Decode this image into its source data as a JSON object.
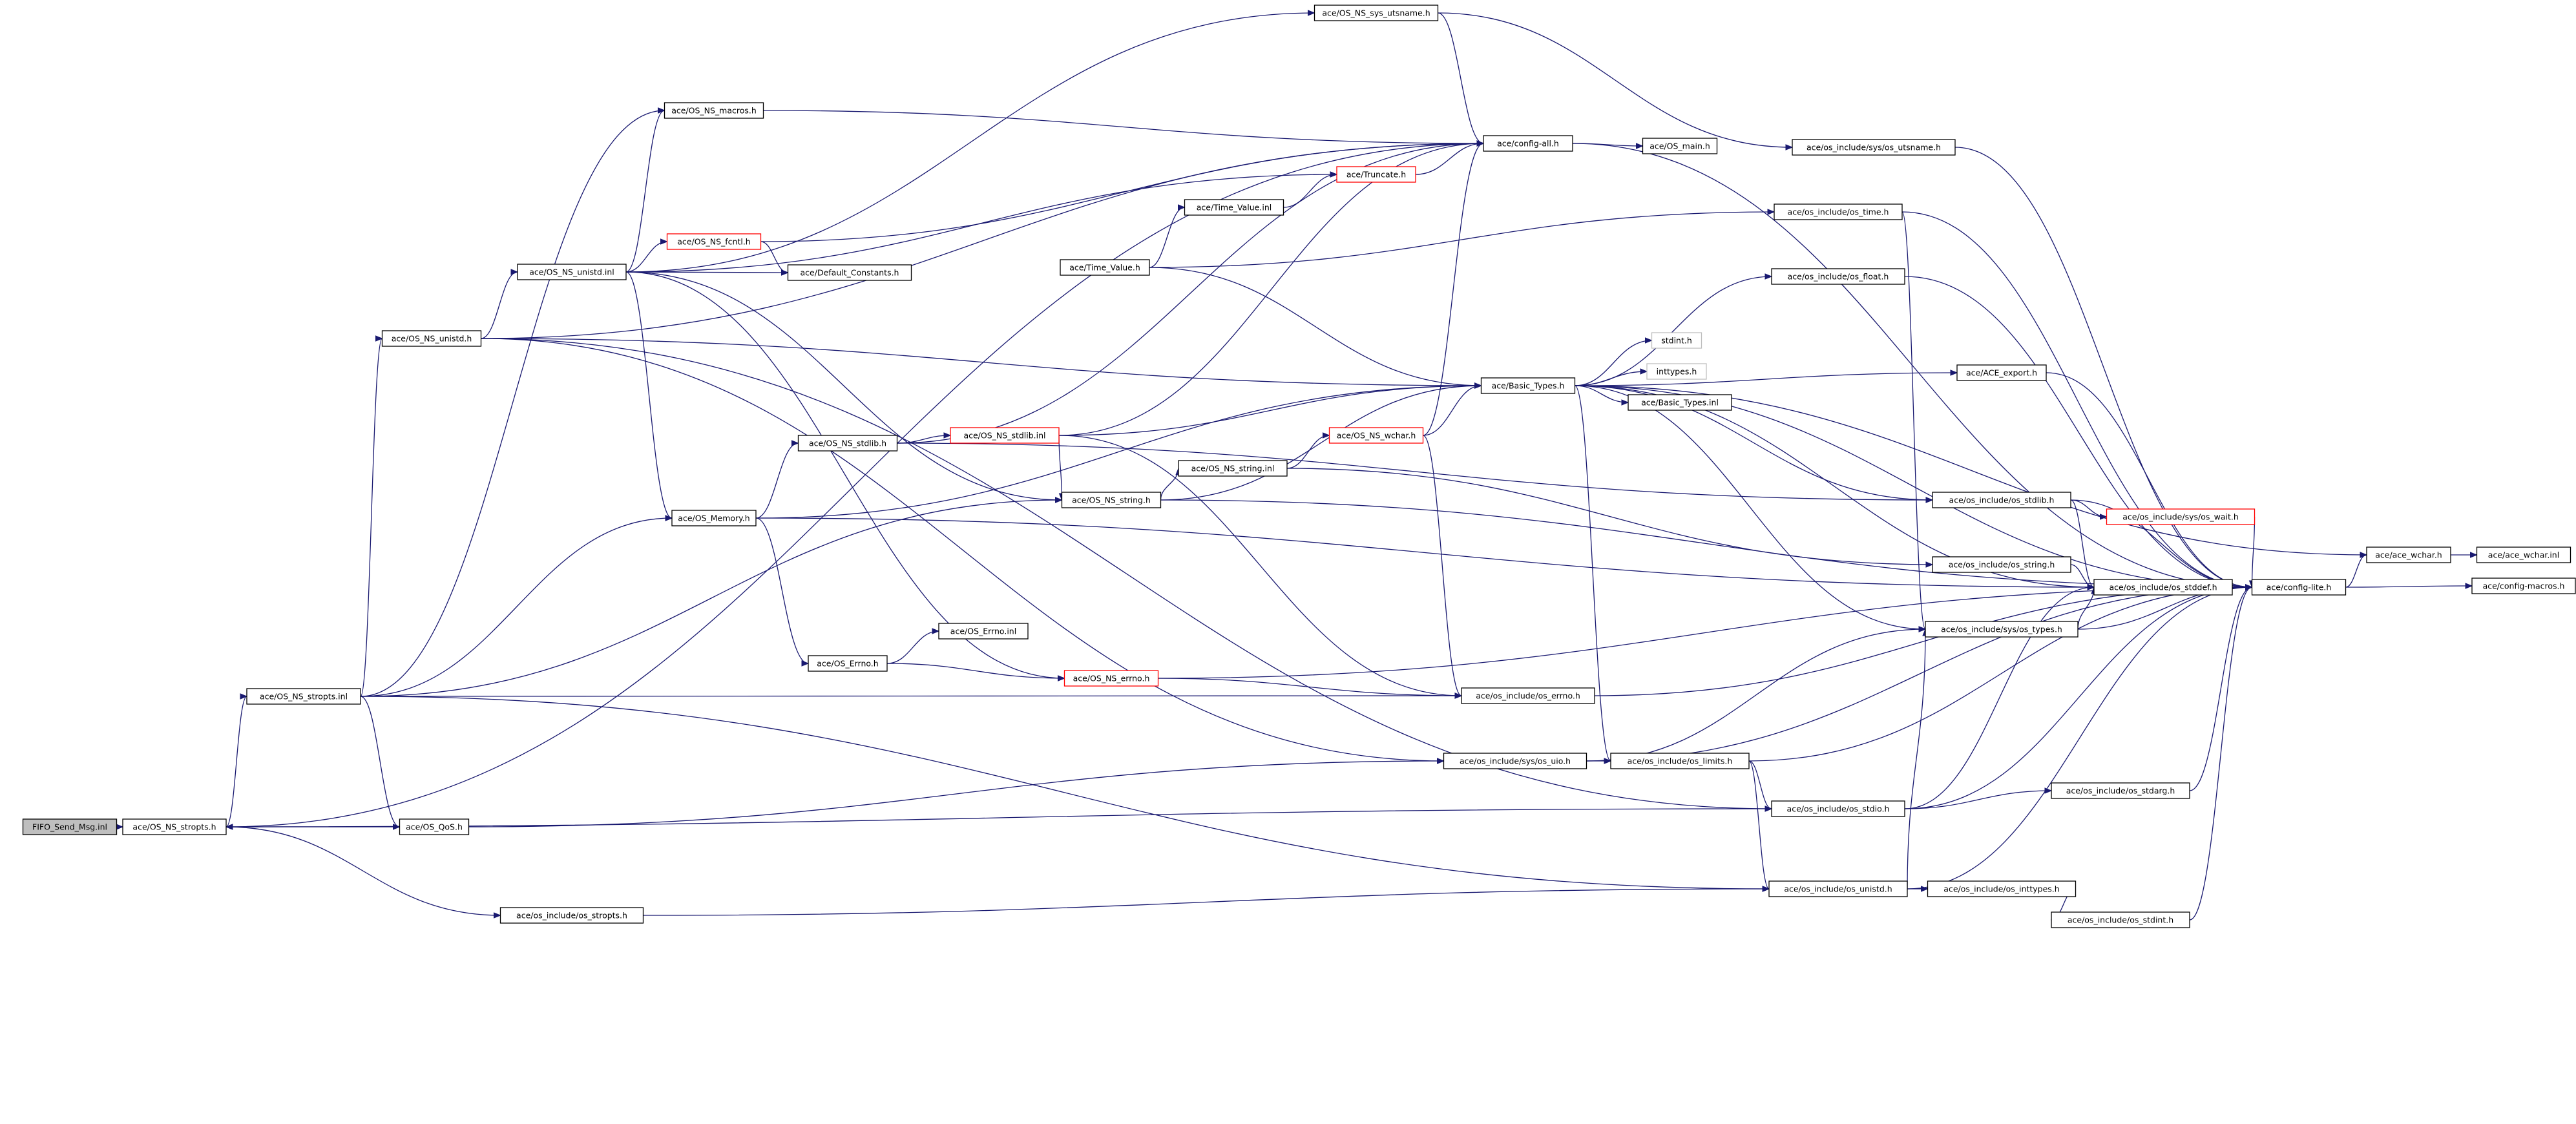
{
  "nodes": [
    {
      "id": "fifo",
      "label": "FIFO_Send_Msg.inl",
      "style": "root"
    },
    {
      "id": "stropts_h",
      "label": "ace/OS_NS_stropts.h"
    },
    {
      "id": "stropts_inl",
      "label": "ace/OS_NS_stropts.inl"
    },
    {
      "id": "unistd_h",
      "label": "ace/OS_NS_unistd.h"
    },
    {
      "id": "unistd_inl",
      "label": "ace/OS_NS_unistd.inl"
    },
    {
      "id": "macros",
      "label": "ace/OS_NS_macros.h"
    },
    {
      "id": "utsname",
      "label": "ace/OS_NS_sys_utsname.h"
    },
    {
      "id": "config_all",
      "label": "ace/config-all.h"
    },
    {
      "id": "os_main",
      "label": "ace/OS_main.h"
    },
    {
      "id": "sys_utsname",
      "label": "ace/os_include/sys/os_utsname.h"
    },
    {
      "id": "truncate",
      "label": "ace/Truncate.h",
      "style": "red"
    },
    {
      "id": "tv_inl",
      "label": "ace/Time_Value.inl"
    },
    {
      "id": "tv_h",
      "label": "ace/Time_Value.h"
    },
    {
      "id": "fcntl",
      "label": "ace/OS_NS_fcntl.h",
      "style": "red"
    },
    {
      "id": "defconst",
      "label": "ace/Default_Constants.h"
    },
    {
      "id": "os_time",
      "label": "ace/os_include/os_time.h"
    },
    {
      "id": "os_float",
      "label": "ace/os_include/os_float.h"
    },
    {
      "id": "stdint",
      "label": "stdint.h",
      "style": "gray"
    },
    {
      "id": "inttypes",
      "label": "inttypes.h",
      "style": "gray"
    },
    {
      "id": "ace_export",
      "label": "ace/ACE_export.h"
    },
    {
      "id": "basic_types",
      "label": "ace/Basic_Types.h"
    },
    {
      "id": "basic_types_inl",
      "label": "ace/Basic_Types.inl"
    },
    {
      "id": "stdlib_h",
      "label": "ace/OS_NS_stdlib.h"
    },
    {
      "id": "stdlib_inl",
      "label": "ace/OS_NS_stdlib.inl",
      "style": "red"
    },
    {
      "id": "wchar",
      "label": "ace/OS_NS_wchar.h",
      "style": "red"
    },
    {
      "id": "string_inl",
      "label": "ace/OS_NS_string.inl"
    },
    {
      "id": "string_h",
      "label": "ace/OS_NS_string.h"
    },
    {
      "id": "memory",
      "label": "ace/OS_Memory.h"
    },
    {
      "id": "os_stdlib",
      "label": "ace/os_include/os_stdlib.h"
    },
    {
      "id": "os_wait",
      "label": "ace/os_include/sys/os_wait.h",
      "style": "red"
    },
    {
      "id": "os_string",
      "label": "ace/os_include/os_string.h"
    },
    {
      "id": "os_stddef",
      "label": "ace/os_include/os_stddef.h"
    },
    {
      "id": "config_lite",
      "label": "ace/config-lite.h"
    },
    {
      "id": "ace_wchar",
      "label": "ace/ace_wchar.h"
    },
    {
      "id": "ace_wchar_inl",
      "label": "ace/ace_wchar.inl"
    },
    {
      "id": "config_macros",
      "label": "ace/config-macros.h"
    },
    {
      "id": "os_types",
      "label": "ace/os_include/sys/os_types.h"
    },
    {
      "id": "errno_inl",
      "label": "ace/OS_Errno.inl"
    },
    {
      "id": "errno_h",
      "label": "ace/OS_Errno.h"
    },
    {
      "id": "ns_errno",
      "label": "ace/OS_NS_errno.h",
      "style": "red"
    },
    {
      "id": "os_errno",
      "label": "ace/os_include/os_errno.h"
    },
    {
      "id": "os_uio",
      "label": "ace/os_include/sys/os_uio.h"
    },
    {
      "id": "os_limits",
      "label": "ace/os_include/os_limits.h"
    },
    {
      "id": "os_stdarg",
      "label": "ace/os_include/os_stdarg.h"
    },
    {
      "id": "os_stdio",
      "label": "ace/os_include/os_stdio.h"
    },
    {
      "id": "qos",
      "label": "ace/OS_QoS.h"
    },
    {
      "id": "os_unistd",
      "label": "ace/os_include/os_unistd.h"
    },
    {
      "id": "os_inttypes",
      "label": "ace/os_include/os_inttypes.h"
    },
    {
      "id": "os_stropts",
      "label": "ace/os_include/os_stropts.h"
    },
    {
      "id": "os_stdint",
      "label": "ace/os_include/os_stdint.h"
    }
  ],
  "edges": [
    [
      "fifo",
      "stropts_h"
    ],
    [
      "stropts_h",
      "stropts_inl"
    ],
    [
      "stropts_h",
      "config_all"
    ],
    [
      "stropts_h",
      "os_stropts"
    ],
    [
      "stropts_inl",
      "unistd_h"
    ],
    [
      "stropts_inl",
      "memory"
    ],
    [
      "stropts_inl",
      "string_h"
    ],
    [
      "stropts_inl",
      "qos"
    ],
    [
      "stropts_inl",
      "macros"
    ],
    [
      "stropts_inl",
      "os_errno"
    ],
    [
      "stropts_inl",
      "os_unistd"
    ],
    [
      "unistd_h",
      "unistd_inl"
    ],
    [
      "unistd_h",
      "config_all"
    ],
    [
      "unistd_h",
      "basic_types"
    ],
    [
      "unistd_h",
      "os_stdio"
    ],
    [
      "unistd_h",
      "os_uio"
    ],
    [
      "unistd_inl",
      "macros"
    ],
    [
      "unistd_inl",
      "fcntl"
    ],
    [
      "unistd_inl",
      "defconst"
    ],
    [
      "unistd_inl",
      "truncate"
    ],
    [
      "unistd_inl",
      "utsname"
    ],
    [
      "unistd_inl",
      "memory"
    ],
    [
      "unistd_inl",
      "string_h"
    ],
    [
      "unistd_inl",
      "ns_errno"
    ],
    [
      "macros",
      "config_all"
    ],
    [
      "utsname",
      "config_all"
    ],
    [
      "utsname",
      "sys_utsname"
    ],
    [
      "config_all",
      "os_main"
    ],
    [
      "config_all",
      "config_lite"
    ],
    [
      "sys_utsname",
      "config_lite"
    ],
    [
      "truncate",
      "config_all"
    ],
    [
      "fcntl",
      "config_all"
    ],
    [
      "fcntl",
      "defconst"
    ],
    [
      "tv_h",
      "tv_inl"
    ],
    [
      "tv_inl",
      "truncate"
    ],
    [
      "tv_h",
      "basic_types"
    ],
    [
      "tv_h",
      "os_time"
    ],
    [
      "os_time",
      "config_lite"
    ],
    [
      "os_time",
      "os_types"
    ],
    [
      "os_float",
      "config_lite"
    ],
    [
      "ace_export",
      "config_lite"
    ],
    [
      "basic_types",
      "config_lite"
    ],
    [
      "basic_types",
      "stdint"
    ],
    [
      "basic_types",
      "inttypes"
    ],
    [
      "basic_types",
      "basic_types_inl"
    ],
    [
      "basic_types",
      "os_float"
    ],
    [
      "basic_types",
      "ace_export"
    ],
    [
      "basic_types",
      "os_limits"
    ],
    [
      "basic_types",
      "os_stdlib"
    ],
    [
      "basic_types",
      "os_stddef"
    ],
    [
      "basic_types",
      "os_types"
    ],
    [
      "basic_types",
      "ace_wchar"
    ],
    [
      "memory",
      "stdlib_h"
    ],
    [
      "memory",
      "errno_h"
    ],
    [
      "memory",
      "os_stddef"
    ],
    [
      "memory",
      "basic_types"
    ],
    [
      "stdlib_h",
      "stdlib_inl"
    ],
    [
      "stdlib_h",
      "os_stdlib"
    ],
    [
      "stdlib_h",
      "config_all"
    ],
    [
      "stdlib_inl",
      "config_all"
    ],
    [
      "stdlib_inl",
      "string_h"
    ],
    [
      "stdlib_inl",
      "basic_types"
    ],
    [
      "stdlib_inl",
      "os_errno"
    ],
    [
      "string_h",
      "string_inl"
    ],
    [
      "string_h",
      "config_lite"
    ],
    [
      "string_h",
      "basic_types"
    ],
    [
      "string_inl",
      "wchar"
    ],
    [
      "string_inl",
      "os_string"
    ],
    [
      "wchar",
      "config_all"
    ],
    [
      "wchar",
      "basic_types"
    ],
    [
      "wchar",
      "os_errno"
    ],
    [
      "errno_h",
      "errno_inl"
    ],
    [
      "errno_h",
      "ns_errno"
    ],
    [
      "ns_errno",
      "os_errno"
    ],
    [
      "ns_errno",
      "config_lite"
    ],
    [
      "os_errno",
      "config_lite"
    ],
    [
      "os_stdlib",
      "os_wait"
    ],
    [
      "os_stdlib",
      "os_stddef"
    ],
    [
      "os_stdlib",
      "config_lite"
    ],
    [
      "os_wait",
      "config_lite"
    ],
    [
      "os_string",
      "os_stddef"
    ],
    [
      "os_stddef",
      "config_lite"
    ],
    [
      "os_types",
      "os_stddef"
    ],
    [
      "os_types",
      "config_lite"
    ],
    [
      "config_lite",
      "ace_wchar"
    ],
    [
      "config_lite",
      "config_macros"
    ],
    [
      "ace_wchar",
      "ace_wchar_inl"
    ],
    [
      "os_uio",
      "os_limits"
    ],
    [
      "os_uio",
      "os_types"
    ],
    [
      "os_uio",
      "config_lite"
    ],
    [
      "os_limits",
      "os_stdio"
    ],
    [
      "os_limits",
      "os_unistd"
    ],
    [
      "os_limits",
      "config_lite"
    ],
    [
      "os_stdio",
      "os_stdarg"
    ],
    [
      "os_stdio",
      "os_stddef"
    ],
    [
      "os_stdio",
      "config_lite"
    ],
    [
      "os_stdio",
      "stropts_h"
    ],
    [
      "os_stdarg",
      "config_lite"
    ],
    [
      "qos",
      "stropts_h"
    ],
    [
      "qos",
      "os_uio"
    ],
    [
      "os_unistd",
      "os_inttypes"
    ],
    [
      "os_unistd",
      "os_types"
    ],
    [
      "os_unistd",
      "config_lite"
    ],
    [
      "os_inttypes",
      "os_stdint"
    ],
    [
      "os_stdint",
      "config_lite"
    ],
    [
      "os_stropts",
      "os_unistd"
    ]
  ]
}
